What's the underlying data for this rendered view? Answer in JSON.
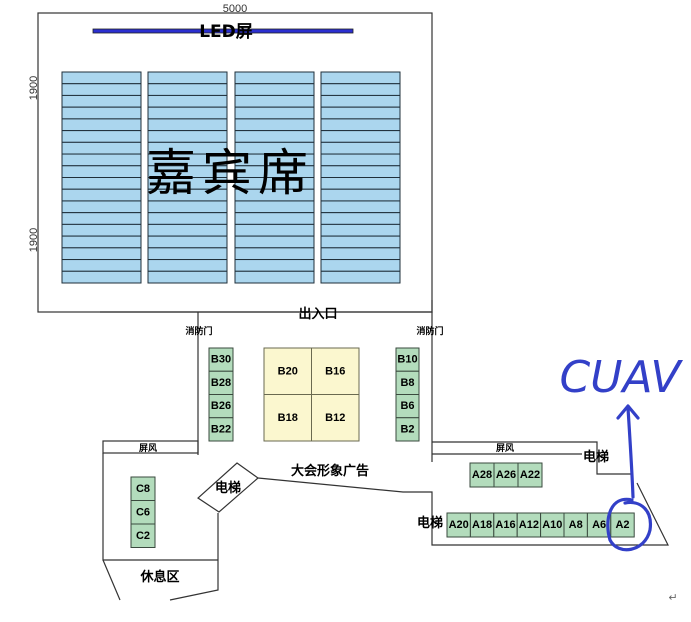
{
  "dimensions": {
    "width_label": "5000",
    "height_label_top": "1900",
    "height_label_bottom": "1900"
  },
  "led_screen": {
    "label": "LED屏",
    "color": "#2b2fd0"
  },
  "guest_seating": {
    "label": "嘉宾席",
    "blocks": 4,
    "rows_per_block": 18,
    "color": "#abd6ee"
  },
  "entrance_label": "出入口",
  "fire_door_left": "消防门",
  "fire_door_right": "消防门",
  "screen_left": "屏风",
  "screen_right": "屏风",
  "ad_label": "大会形象广告",
  "elevator_center": "电梯",
  "elevator_right_upper": "电梯",
  "elevator_right_lower": "电梯",
  "rest_area": "休息区",
  "booths": {
    "b_left": [
      "B30",
      "B28",
      "B26",
      "B22"
    ],
    "b_center": [
      "B20",
      "B16",
      "B18",
      "B12"
    ],
    "b_right": [
      "B10",
      "B8",
      "B6",
      "B2"
    ],
    "a_upper": [
      "A28",
      "A26",
      "A22"
    ],
    "a_lower": [
      "A20",
      "A18",
      "A16",
      "A12",
      "A10",
      "A8",
      "A6",
      "A2"
    ],
    "c": [
      "C8",
      "C6",
      "C2"
    ],
    "green_color": "#b3dcbc",
    "yellow_color": "#fbf7cf"
  },
  "annotation": {
    "text": "CUAV",
    "circled_booth": "A2",
    "color": "#3340c8"
  },
  "paragraph_mark": "↵"
}
